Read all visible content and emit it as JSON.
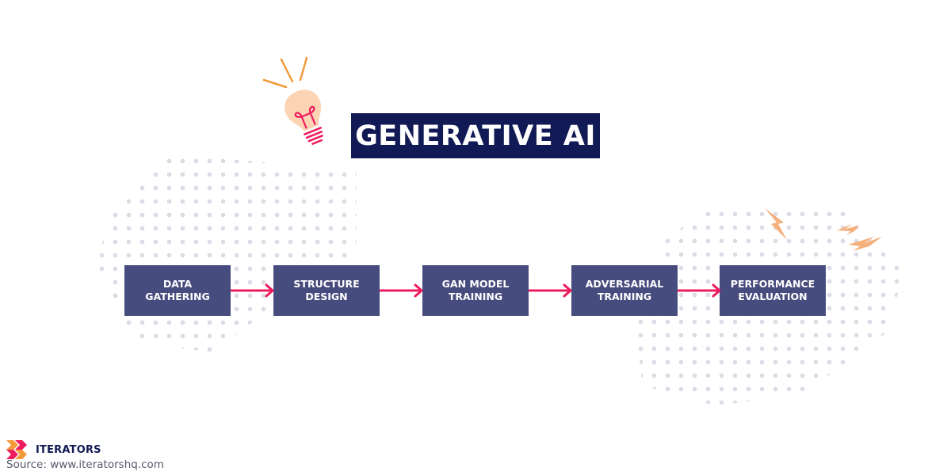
{
  "title": "GENERATIVE AI",
  "steps": [
    {
      "label": "DATA\nGATHERING"
    },
    {
      "label": "STRUCTURE\nDESIGN"
    },
    {
      "label": "GAN MODEL\nTRAINING"
    },
    {
      "label": "ADVERSARIAL\nTRAINING"
    },
    {
      "label": "PERFORMANCE\nEVALUATION"
    }
  ],
  "brand": {
    "name": "ITERATORS",
    "source": "Source: www.iteratorshq.com"
  },
  "icons": {
    "bulb": "lightbulb-icon",
    "bolts": "lightning-bolt-icon",
    "logo": "iterators-logo-icon",
    "arrow": "arrow-right-icon"
  },
  "colors": {
    "title_bg": "#111a54",
    "step_bg": "#474c7e",
    "arrow": "#ec1c5e",
    "bulb": "#fcd4b4",
    "accent_orange": "#f39a3b",
    "dots": "#dcdbe6"
  }
}
